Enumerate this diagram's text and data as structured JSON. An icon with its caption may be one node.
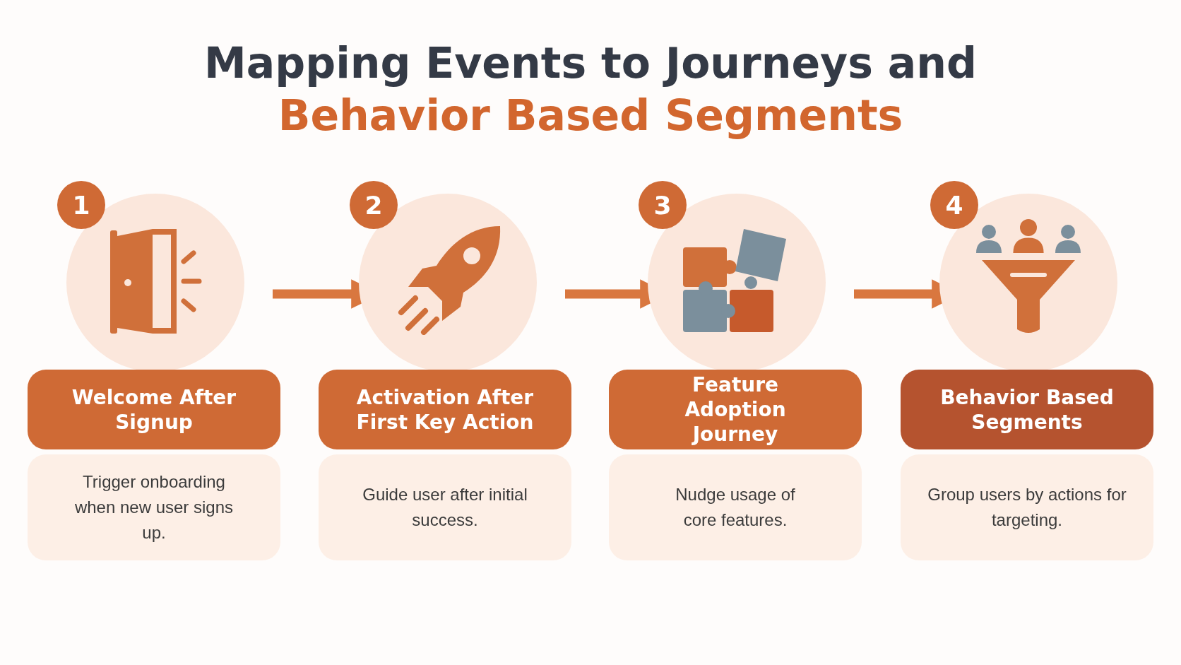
{
  "diagram": {
    "title": "Mapping Events to Journeys and **Behavior Based Segments**",
    "nodes": [
      {
        "text": [],
        "shape": "circle"
      },
      {
        "text": [
          "Welcome After Signup"
        ]
      },
      {
        "text": [
          "Trigger onboarding when new user signs up."
        ]
      },
      {
        "text": [],
        "shape": "circle"
      },
      {
        "text": [
          "Activation After First Key Action"
        ]
      },
      {
        "text": [
          "Guide user after initial success."
        ]
      },
      {
        "text": [],
        "shape": "circle"
      },
      {
        "text": [
          "Feature Adoption Journey"
        ]
      },
      {
        "text": [
          "Nudge usage of core features."
        ]
      },
      {
        "text": [],
        "shape": "circle"
      },
      {
        "text": [
          "Behavior Based Segments"
        ]
      },
      {
        "text": [
          "Group users by actions for targeting."
        ]
      }
    ],
    "edges": [
      {
        "from": 0,
        "to": 3,
        "arrow": "to"
      },
      {
        "from": 3,
        "to": 6,
        "arrow": "to"
      },
      {
        "from": 6,
        "to": 9,
        "arrow": "to"
      }
    ],
    "labels": [
      "1",
      "2",
      "3",
      "4"
    ]
  }
}
